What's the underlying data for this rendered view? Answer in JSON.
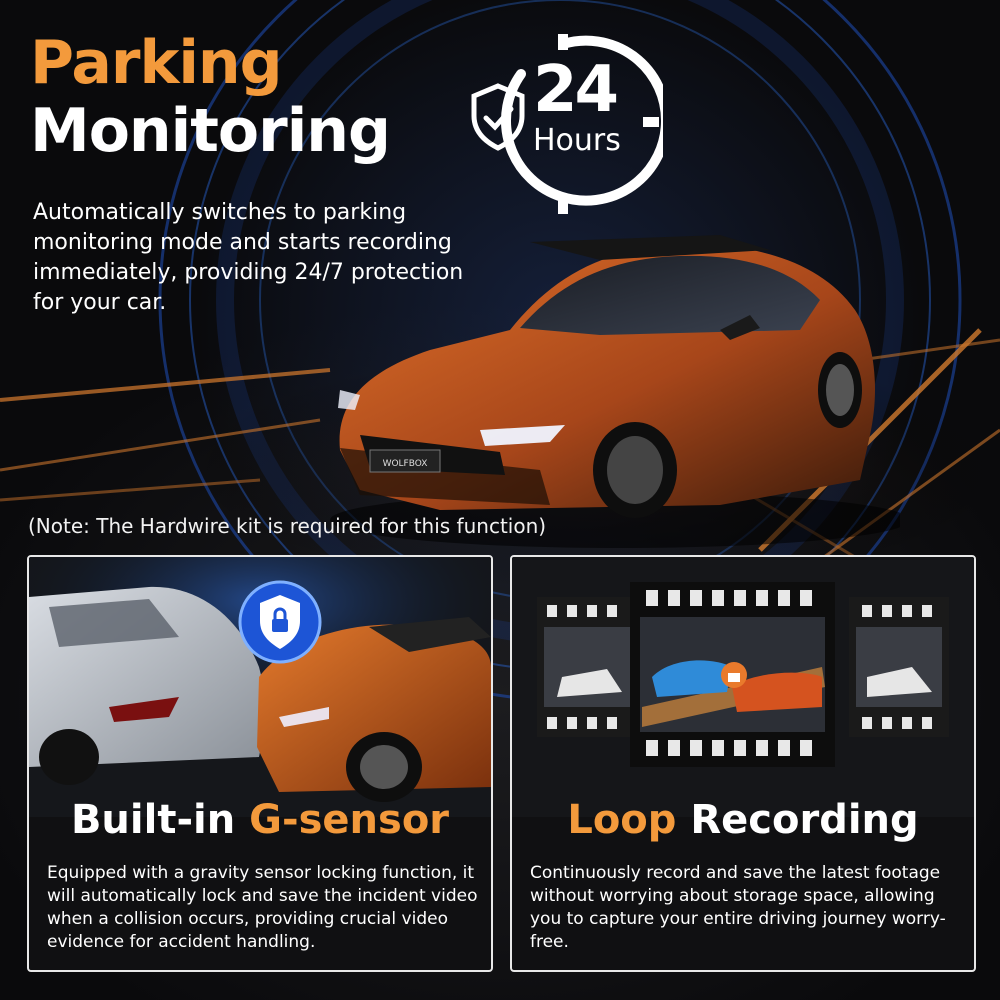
{
  "hero": {
    "title_line1": "Parking",
    "title_line2": "Monitoring",
    "description": "Automatically switches to parking monitoring mode and starts recording immediately, providing 24/7 protection for your car.",
    "badge_number": "24",
    "badge_unit": "Hours",
    "plate_text": "WOLFBOX"
  },
  "note": "(Note: The Hardwire kit is required for this function)",
  "features": [
    {
      "title_highlight": "G-sensor",
      "title_plain": "Built-in",
      "description": "Equipped with a gravity sensor locking function, it will automatically lock and save the incident video when a collision occurs, providing crucial video evidence for accident handling."
    },
    {
      "title_highlight": "Loop",
      "title_plain": "Recording",
      "description": "Continuously record and save the latest footage without worrying about storage space, allowing you to capture your entire driving journey worry-free."
    }
  ],
  "colors": {
    "accent_orange": "#f39a3c",
    "car_orange": "#c4571c",
    "glow_blue": "#2f6fe0",
    "text_white": "#ffffff"
  },
  "icons": [
    "shield-check-icon",
    "clock-ring-icon",
    "lock-shield-icon",
    "lock-icon"
  ]
}
